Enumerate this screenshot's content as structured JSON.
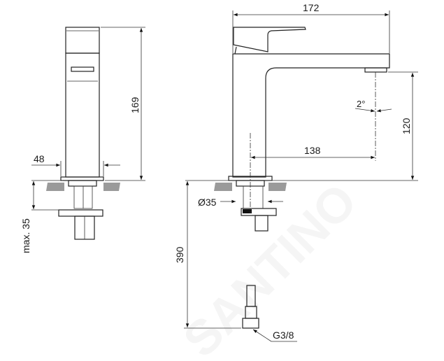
{
  "watermark": "SANTINO",
  "side_view": {
    "height_label": "169",
    "width_label": "48",
    "max_thickness_label": "max. 35"
  },
  "front_view": {
    "length_label": "172",
    "spout_height_label": "120",
    "projection_label": "138",
    "angle_label": "2°",
    "hole_diameter_label": "Ø35",
    "hose_length_label": "390",
    "connection_label": "G3/8"
  },
  "colors": {
    "line": "#222222",
    "countertop": "#9a9a9a"
  }
}
